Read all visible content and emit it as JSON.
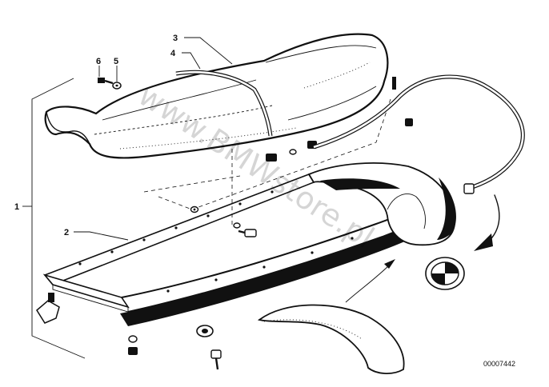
{
  "watermark": "www.BMWstore.pl",
  "reference_number": "00007442",
  "callouts": [
    {
      "id": "1",
      "label": "1"
    },
    {
      "id": "2",
      "label": "2"
    },
    {
      "id": "3",
      "label": "3"
    },
    {
      "id": "4",
      "label": "4"
    },
    {
      "id": "5",
      "label": "5"
    },
    {
      "id": "6",
      "label": "6"
    }
  ]
}
